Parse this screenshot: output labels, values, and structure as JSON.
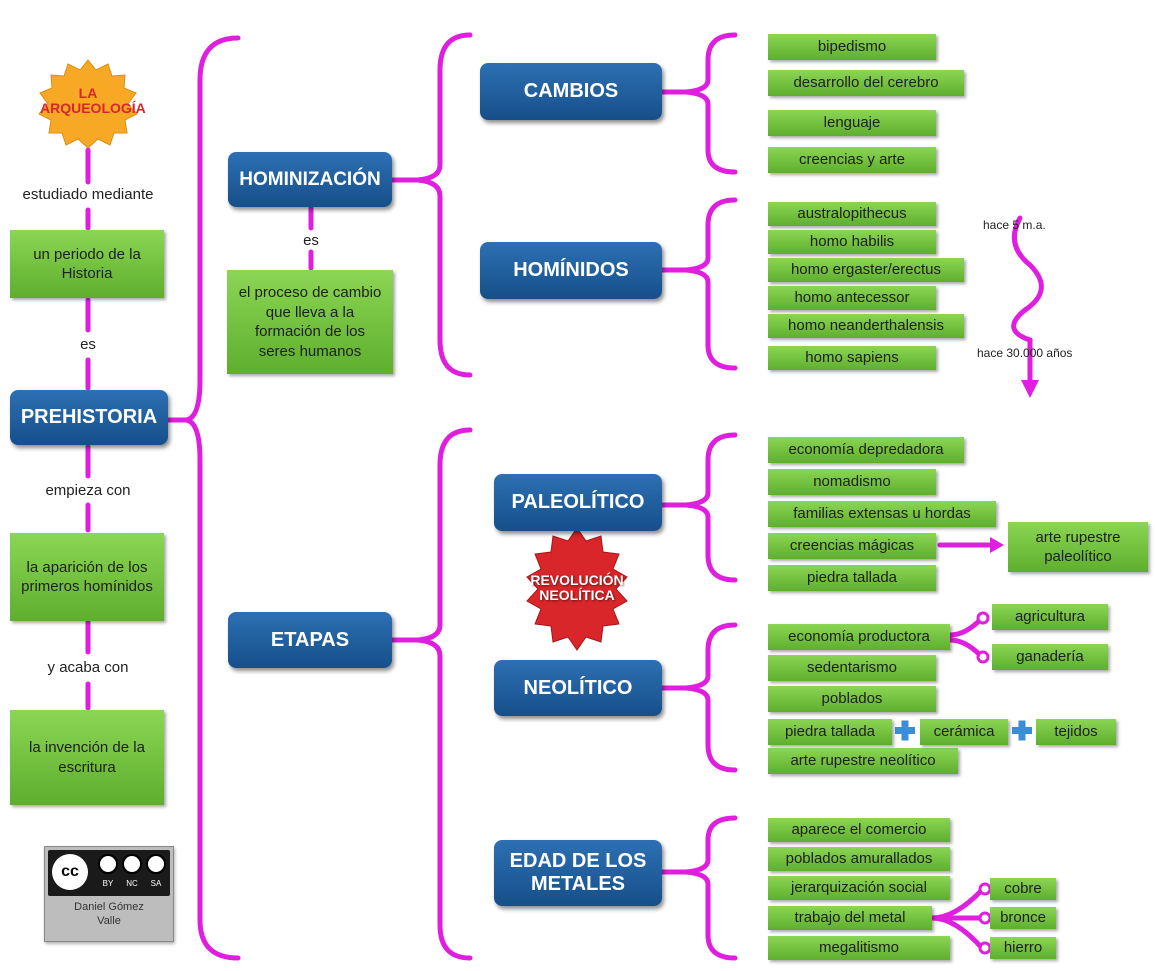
{
  "archaeology": {
    "line1": "LA",
    "line2": "ARQUEOLOGÍA"
  },
  "left": {
    "studied_label": "estudiado mediante",
    "period": "un periodo de la Historia",
    "es_label": "es",
    "prehistoria": "PREHISTORIA",
    "starts_label": "empieza con",
    "starts": "la aparición de los primeros homínidos",
    "ends_label": "y acaba con",
    "ends": "la invención de la escritura"
  },
  "hominizacion": {
    "title": "HOMINIZACIÓN",
    "es_label": "es",
    "definition": "el proceso de cambio que lleva a la formación de los seres humanos"
  },
  "cambios": {
    "title": "CAMBIOS",
    "items": [
      "bipedismo",
      "desarrollo del cerebro",
      "lenguaje",
      "creencias y arte"
    ]
  },
  "hominidos": {
    "title": "HOMÍNIDOS",
    "items": [
      "australopithecus",
      "homo habilis",
      "homo ergaster/erectus",
      "homo antecessor",
      "homo neanderthalensis",
      "homo sapiens"
    ],
    "time_start": "hace 5 m.a.",
    "time_end": "hace 30.000 años"
  },
  "etapas": {
    "title": "ETAPAS"
  },
  "paleolitico": {
    "title": "PALEOLÍTICO",
    "items": [
      "economía depredadora",
      "nomadismo",
      "familias extensas u hordas",
      "creencias mágicas",
      "piedra tallada"
    ],
    "art": "arte rupestre paleolítico"
  },
  "revolucion": {
    "line1": "REVOLUCIÓN",
    "line2": "NEOLÍTICA"
  },
  "neolitico": {
    "title": "NEOLÍTICO",
    "items": [
      "economía productora",
      "sedentarismo",
      "poblados",
      "piedra tallada",
      "arte rupestre neolítico"
    ],
    "branches": [
      "agricultura",
      "ganadería"
    ],
    "extra": [
      "cerámica",
      "tejidos"
    ]
  },
  "metales": {
    "title": "EDAD DE LOS METALES",
    "items": [
      "aparece el comercio",
      "poblados amurallados",
      "jerarquización social",
      "trabajo del metal",
      "megalitismo"
    ],
    "metals": [
      "cobre",
      "bronce",
      "hierro"
    ]
  },
  "license": {
    "badge": "cc",
    "terms": [
      "BY",
      "NC",
      "SA"
    ],
    "author": "Daniel Gómez Valle"
  },
  "colors": {
    "connector": "#e01ee0",
    "blue": "#1d5c9c",
    "green": "#74c442",
    "accent_red": "#d8262a"
  }
}
